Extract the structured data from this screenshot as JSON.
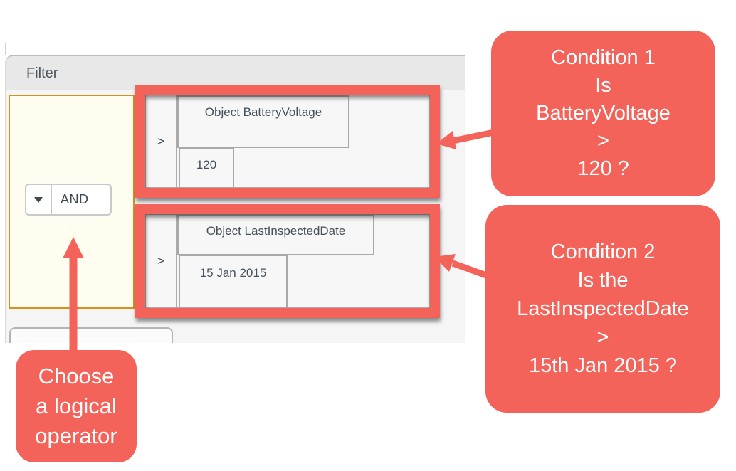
{
  "colors": {
    "accent": "#F4635A",
    "panel_header_bg": "#E8E8E8",
    "panel_body_bg": "#F5F5F5",
    "condition_bg": "#F7F7F7",
    "box_border": "#A9A9A9",
    "operator_panel_bg": "#FFFDF0",
    "operator_panel_border": "#D2921E",
    "ui_text": "#3E4952",
    "callout_text": "#FFFFFF"
  },
  "panel": {
    "title": "Filter"
  },
  "logic": {
    "operator": "AND",
    "dropdown_icon": "caret-down"
  },
  "conditions": [
    {
      "operator": ">",
      "field": "Object BatteryVoltage",
      "value": "120"
    },
    {
      "operator": ">",
      "field": "Object LastInspectedDate",
      "value": "15 Jan 2015"
    }
  ],
  "callouts": {
    "condition1": {
      "lines": [
        "Condition 1",
        "Is",
        "BatteryVoltage",
        ">",
        "120 ?"
      ]
    },
    "condition2": {
      "lines": [
        "Condition 2",
        "Is the",
        "LastInspectedDate",
        ">",
        "15th Jan 2015 ?"
      ]
    },
    "operator": {
      "lines": [
        "Choose",
        "a logical",
        "operator"
      ]
    }
  }
}
